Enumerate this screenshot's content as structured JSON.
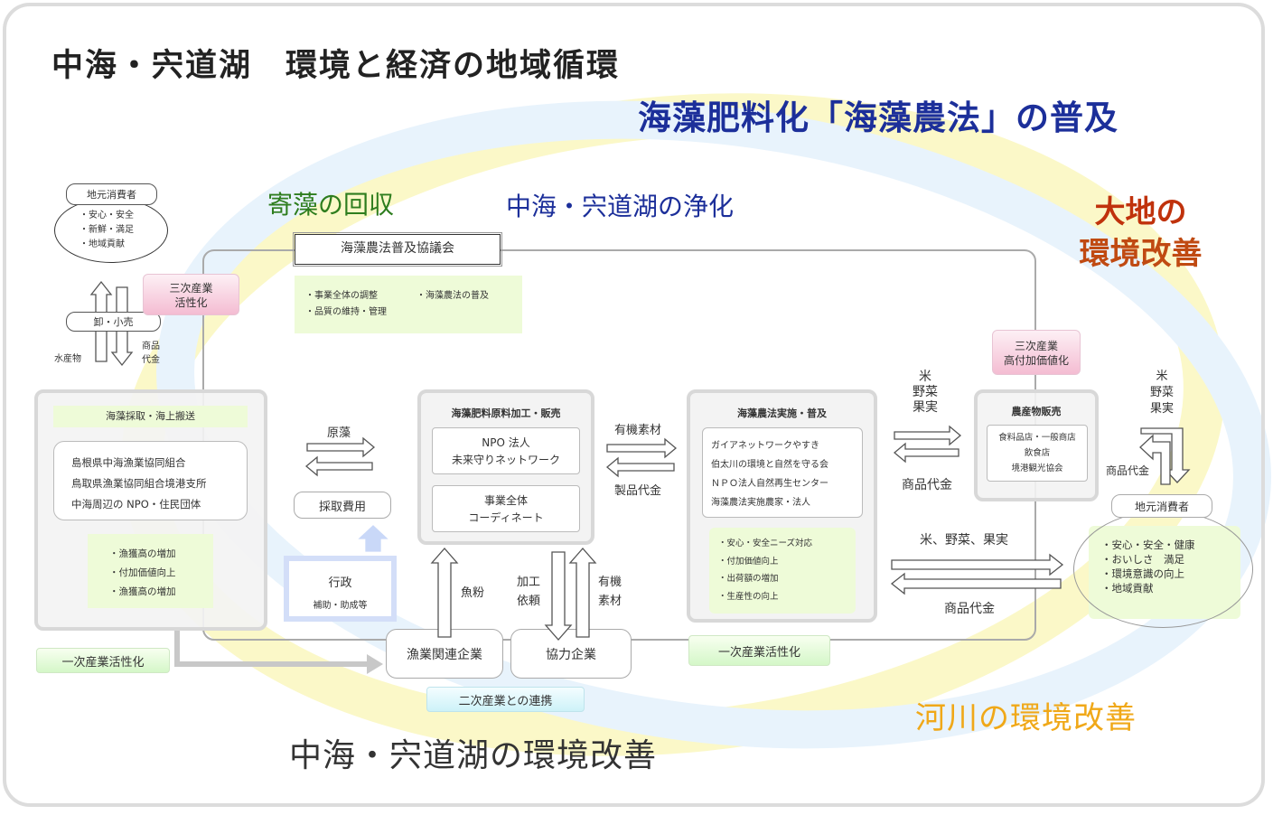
{
  "titles": {
    "main": "中海・宍道湖　環境と経済の地域循環",
    "seaweed_fertilizer": "海藻肥料化「海藻農法」の普及",
    "collection": "寄藻の回収",
    "purification": "中海・宍道湖の浄化",
    "land_line1": "大地の",
    "land_line2": "環境改善",
    "river": "河川の環境改善",
    "lake": "中海・宍道湖の環境改善"
  },
  "left_consumer": {
    "label": "地元消費者",
    "items": [
      "・安心・安全",
      "・新鮮・満足",
      "・地域貢献"
    ],
    "wholesale": "卸・小売",
    "tertiary_line1": "三次産業",
    "tertiary_line2": "活性化",
    "marine_products": "水産物",
    "payment_line1": "商品",
    "payment_line2": "代金"
  },
  "council": {
    "title": "海藻農法普及協議会",
    "items": [
      "・事業全体の調整",
      "・海藻農法の普及",
      "・品質の維持・管理"
    ]
  },
  "fishery": {
    "header": "海藻採取・海上搬送",
    "members": [
      "島根県中海漁業協同組合",
      "鳥取県漁業協同組合境港支所",
      "中海周辺の NPO・住民団体"
    ],
    "benefits": [
      "・漁獲高の増加",
      "・付加価値向上",
      "・漁獲高の増加"
    ],
    "badge": "一次産業活性化"
  },
  "flow1": {
    "raw_seaweed": "原藻",
    "collection_cost": "採取費用"
  },
  "government": {
    "title": "行政",
    "sub": "補助・助成等"
  },
  "processing": {
    "title": "海藻肥料原料加工・販売",
    "npo_line1": "NPO 法人",
    "npo_line2": "未来守りネットワーク",
    "coord_line1": "事業全体",
    "coord_line2": "コーディネート"
  },
  "flow2": {
    "organic": "有機素材",
    "product_payment": "製品代金"
  },
  "companies": {
    "fish_meal": "魚粉",
    "processing_req_line1": "加工",
    "processing_req_line2": "依頼",
    "organic_line1": "有機",
    "organic_line2": "素材",
    "fishery_companies": "漁業関連企業",
    "partner_companies": "協力企業",
    "badge": "二次産業との連携"
  },
  "farming": {
    "title": "海藻農法実施・普及",
    "members": [
      "ガイアネットワークやすき",
      "伯太川の環境と自然を守る会",
      "ＮＰＯ法人自然再生センター",
      "海藻農法実施農家・法人"
    ],
    "benefits": [
      "・安心・安全ニーズ対応",
      "・付加価値向上",
      "・出荷額の増加",
      "・生産性の向上"
    ],
    "badge": "一次産業活性化"
  },
  "flow3": {
    "produce": [
      "米",
      "野菜",
      "果実"
    ],
    "payment": "商品代金"
  },
  "sales": {
    "tertiary_line1": "三次産業",
    "tertiary_line2": "高付加価値化",
    "title": "農産物販売",
    "members": [
      "食料品店・一般商店",
      "飲食店",
      "境港観光協会"
    ]
  },
  "flow4": {
    "produce": "米、野菜、果実",
    "payment": "商品代金"
  },
  "right_consumer": {
    "produce": [
      "米",
      "野菜",
      "果実"
    ],
    "payment": "商品代金",
    "label": "地元消費者",
    "items": [
      "・安心・安全・健康",
      "・おいしさ　満足",
      "・環境意識の向上",
      "・地域貢献"
    ]
  },
  "colors": {
    "title_blue": "#1c2f9a",
    "green_title": "#2e7d1e",
    "land_red": "#c0320c",
    "river_orange": "#f0a818",
    "band_yellow": "#fbf7c4",
    "band_blue": "#e6f2fc"
  }
}
